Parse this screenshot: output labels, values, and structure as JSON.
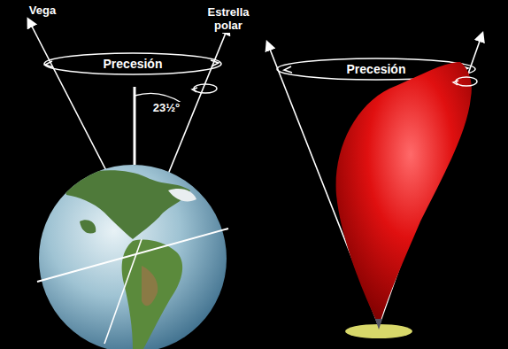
{
  "diagram": {
    "labels": [
      "Vega",
      "Estrella polar",
      "Precesión",
      "23½°",
      "Precesión"
    ]
  }
}
